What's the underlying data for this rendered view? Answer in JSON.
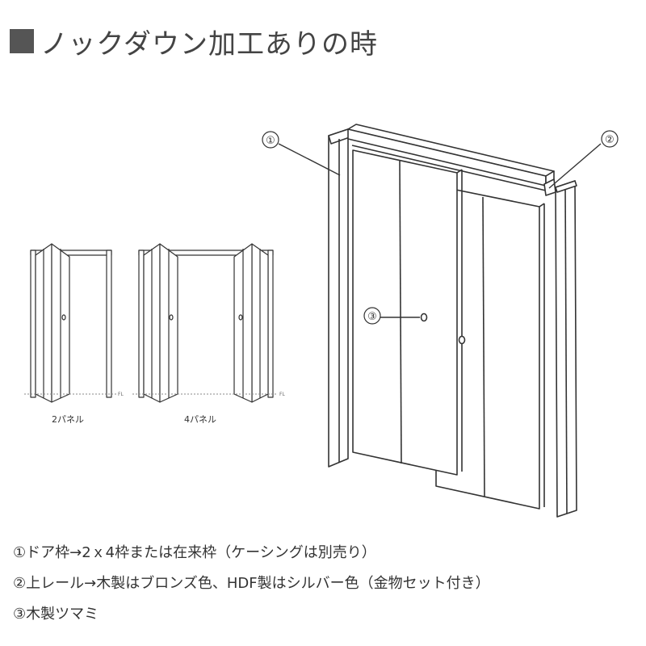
{
  "title": "ノックダウン加工ありの時",
  "colors": {
    "title_square": "#555555",
    "line": "#333333",
    "panel_fill": "#ffffff",
    "floor_line": "#888888"
  },
  "callouts": [
    "①",
    "②",
    "③"
  ],
  "small_diagrams": [
    {
      "caption": "2パネル",
      "floor_label": "FL"
    },
    {
      "caption": "4パネル",
      "floor_label": "FL"
    }
  ],
  "notes": [
    "①ドア枠→2ｘ4枠または在来枠（ケーシングは別売り）",
    "②上レール→木製はブロンズ色、HDF製はシルバー色（金物セット付き）",
    "③木製ツマミ"
  ]
}
